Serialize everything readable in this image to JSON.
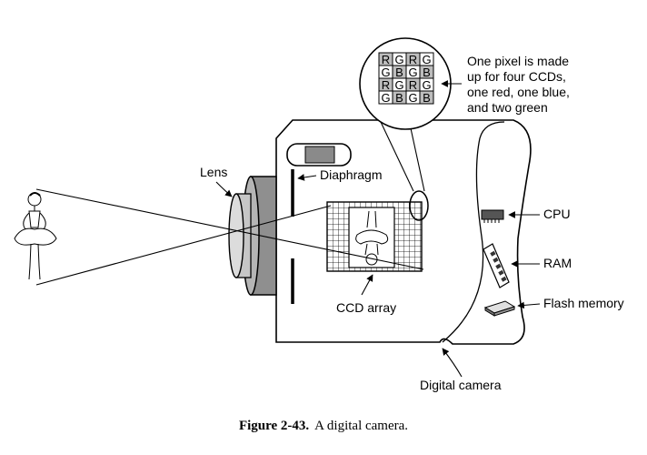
{
  "labels": {
    "pixel_note": [
      "One pixel is made",
      "up for four CCDs,",
      "one red, one blue,",
      "and two green"
    ],
    "lens": "Lens",
    "diaphragm": "Diaphragm",
    "cpu": "CPU",
    "ram": "RAM",
    "flash": "Flash memory",
    "ccd_array": "CCD array",
    "camera": "Digital camera"
  },
  "pixel_grid": [
    [
      "R",
      "G",
      "R",
      "G"
    ],
    [
      "G",
      "B",
      "G",
      "B"
    ],
    [
      "R",
      "G",
      "R",
      "G"
    ],
    [
      "G",
      "B",
      "G",
      "B"
    ]
  ],
  "caption": {
    "number": "Figure 2-43.",
    "text": "A digital camera."
  }
}
